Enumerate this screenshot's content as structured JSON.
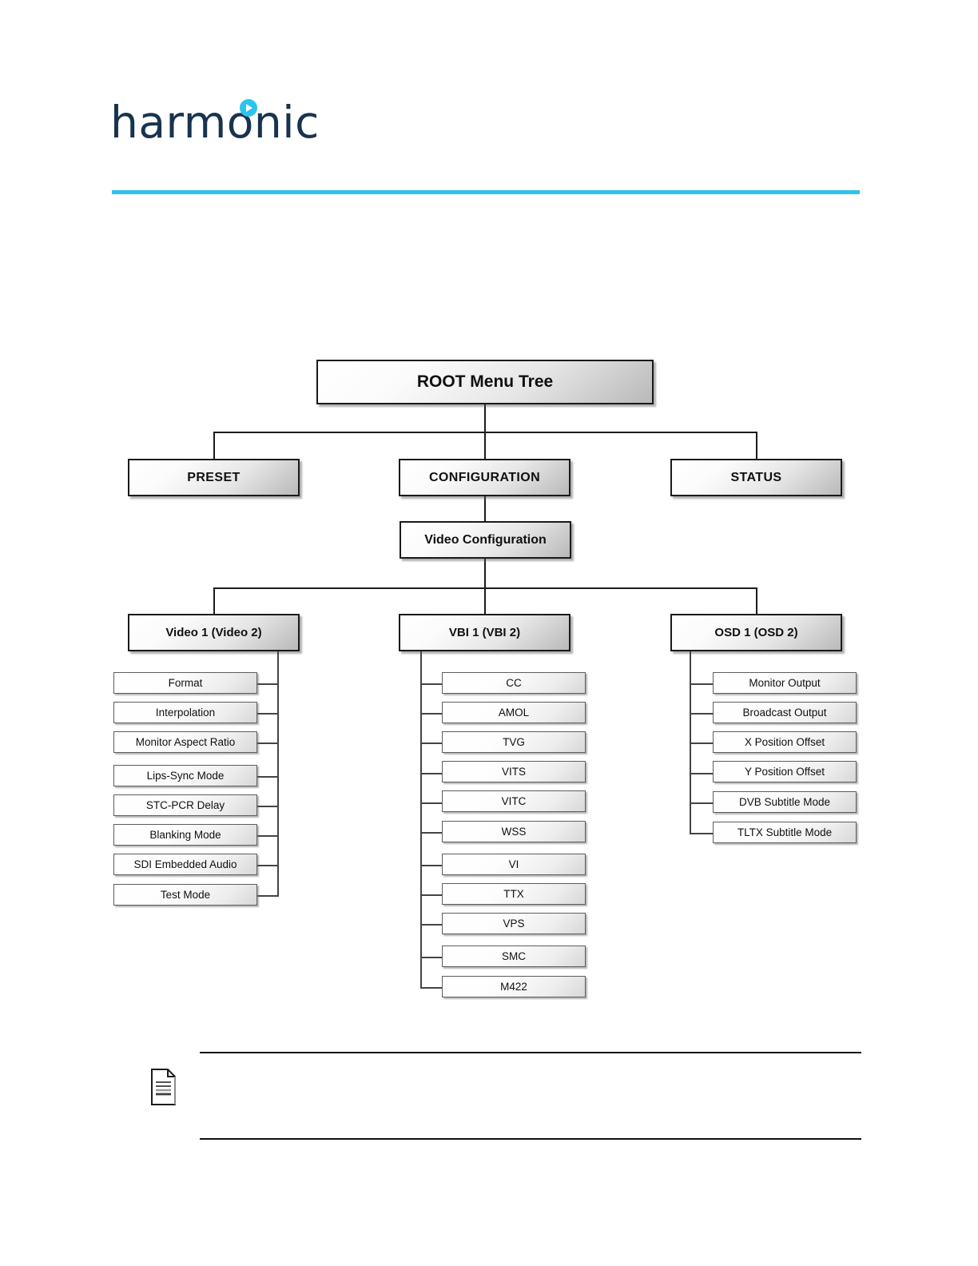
{
  "header": {
    "logo_text": "harmonic",
    "logo_icon": "play-dot-icon",
    "rule_color": "#2bc4ee",
    "logo_color": "#18334e"
  },
  "diagram": {
    "title": "ROOT Menu Tree",
    "root": {
      "label": "ROOT Menu Tree"
    },
    "level2": [
      {
        "label": "PRESET"
      },
      {
        "label": "CONFIGURATION"
      },
      {
        "label": "STATUS"
      }
    ],
    "level3": [
      {
        "label": "Video Configuration"
      }
    ],
    "level4": [
      {
        "label": "Video 1 (Video 2)"
      },
      {
        "label": "VBI 1 (VBI 2)"
      },
      {
        "label": "OSD 1 (OSD 2)"
      }
    ],
    "video_leaves": [
      {
        "label": "Format"
      },
      {
        "label": "Interpolation"
      },
      {
        "label": "Monitor Aspect Ratio"
      },
      {
        "label": "Lips-Sync Mode"
      },
      {
        "label": "STC-PCR Delay"
      },
      {
        "label": "Blanking Mode"
      },
      {
        "label": "SDI Embedded Audio"
      },
      {
        "label": "Test Mode"
      }
    ],
    "vbi_leaves": [
      {
        "label": "CC"
      },
      {
        "label": "AMOL"
      },
      {
        "label": "TVG"
      },
      {
        "label": "VITS"
      },
      {
        "label": "VITC"
      },
      {
        "label": "WSS"
      },
      {
        "label": "VI"
      },
      {
        "label": "TTX"
      },
      {
        "label": "VPS"
      },
      {
        "label": "SMC"
      },
      {
        "label": "M422"
      }
    ],
    "osd_leaves": [
      {
        "label": "Monitor Output"
      },
      {
        "label": "Broadcast Output"
      },
      {
        "label": "X Position Offset"
      },
      {
        "label": "Y Position Offset"
      },
      {
        "label": "DVB Subtitle Mode"
      },
      {
        "label": "TLTX Subtitle Mode"
      }
    ]
  },
  "note": {
    "icon": "note-document-icon",
    "text": ""
  }
}
